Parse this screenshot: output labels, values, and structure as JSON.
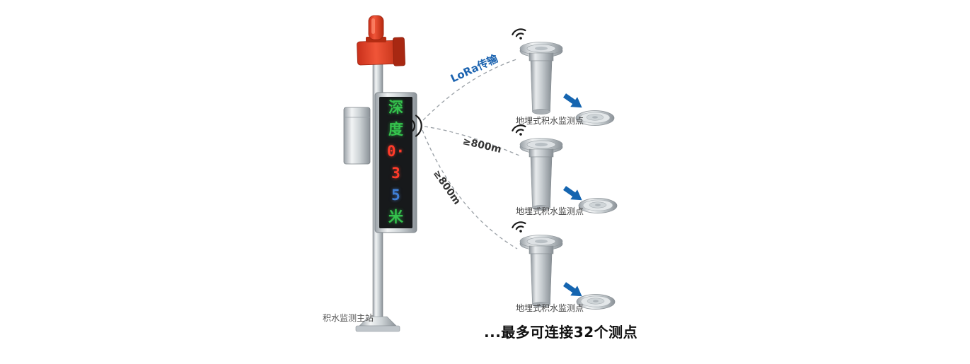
{
  "diagram": {
    "station": {
      "label": "积水监测主站",
      "display_chars": [
        {
          "text": "深",
          "color": "green"
        },
        {
          "text": "度",
          "color": "green"
        },
        {
          "text": "0·",
          "color": "red"
        },
        {
          "text": "3",
          "color": "red"
        },
        {
          "text": "5",
          "color": "blue"
        },
        {
          "text": "米",
          "color": "green"
        }
      ]
    },
    "links": [
      {
        "label": "LoRa传输"
      },
      {
        "label": "≥800m"
      },
      {
        "label": "≥800m"
      }
    ],
    "sensors": [
      {
        "label": "地埋式积水监测点"
      },
      {
        "label": "地埋式积水监测点"
      },
      {
        "label": "地埋式积水监测点"
      }
    ],
    "footer": "...最多可连接32个测点",
    "colors": {
      "led_green": "#35c24d",
      "led_red": "#ff3b2a",
      "led_blue": "#3f7fd6",
      "alarm_red": "#d93a1c",
      "arrow_blue": "#1565b0",
      "lora_blue": "#1b63b0"
    }
  }
}
